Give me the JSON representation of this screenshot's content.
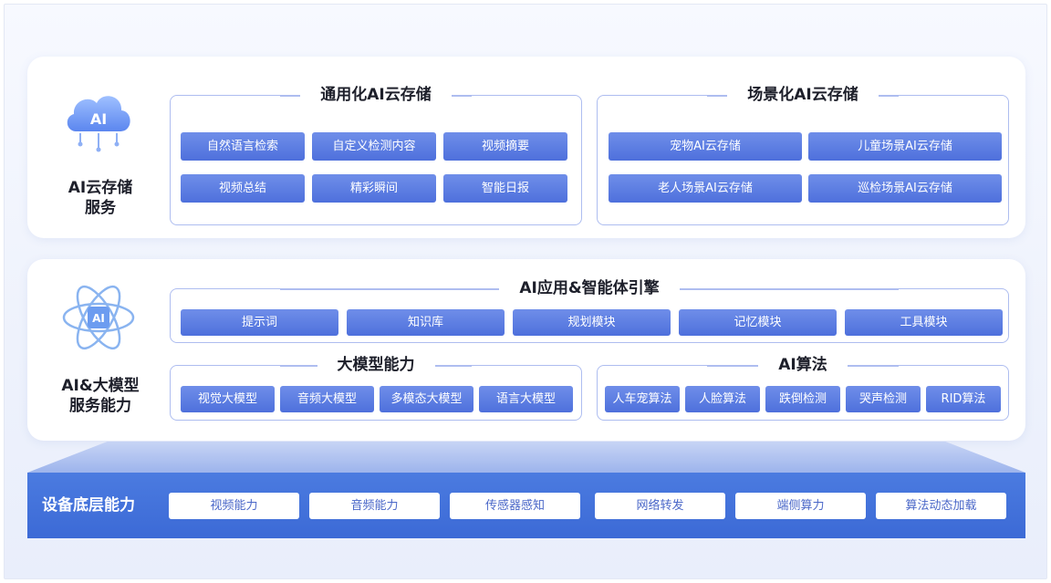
{
  "layers": [
    {
      "label_line1": "AI云存储",
      "label_line2": "服务",
      "groups": [
        {
          "title": "通用化AI云存储",
          "items": [
            "自然语言检索",
            "自定义检测内容",
            "视频摘要",
            "视频总结",
            "精彩瞬间",
            "智能日报"
          ]
        },
        {
          "title": "场景化AI云存储",
          "items": [
            "宠物AI云存储",
            "儿童场景AI云存储",
            "老人场景AI云存储",
            "巡检场景AI云存储"
          ]
        }
      ]
    },
    {
      "label_line1": "AI&大模型",
      "label_line2": "服务能力",
      "groups": [
        {
          "title": "AI应用&智能体引擎",
          "items": [
            "提示词",
            "知识库",
            "规划模块",
            "记忆模块",
            "工具模块"
          ]
        },
        {
          "title": "大模型能力",
          "items": [
            "视觉大模型",
            "音频大模型",
            "多模态大模型",
            "语言大模型"
          ]
        },
        {
          "title": "AI算法",
          "items": [
            "人车宠算法",
            "人脸算法",
            "跌倒检测",
            "哭声检测",
            "RID算法"
          ]
        }
      ]
    }
  ],
  "base": {
    "label": "设备底层能力",
    "items": [
      "视频能力",
      "音频能力",
      "传感器感知",
      "网络转发",
      "端侧算力",
      "算法动态加载"
    ]
  },
  "icons": {
    "layer1": "ai-cloud-icon",
    "layer1_text": "AI",
    "layer2": "ai-atom-icon",
    "layer2_text": "AI"
  },
  "colors": {
    "chip": "#5a7be2",
    "border": "#aebdf0",
    "base": "#4473dc"
  }
}
